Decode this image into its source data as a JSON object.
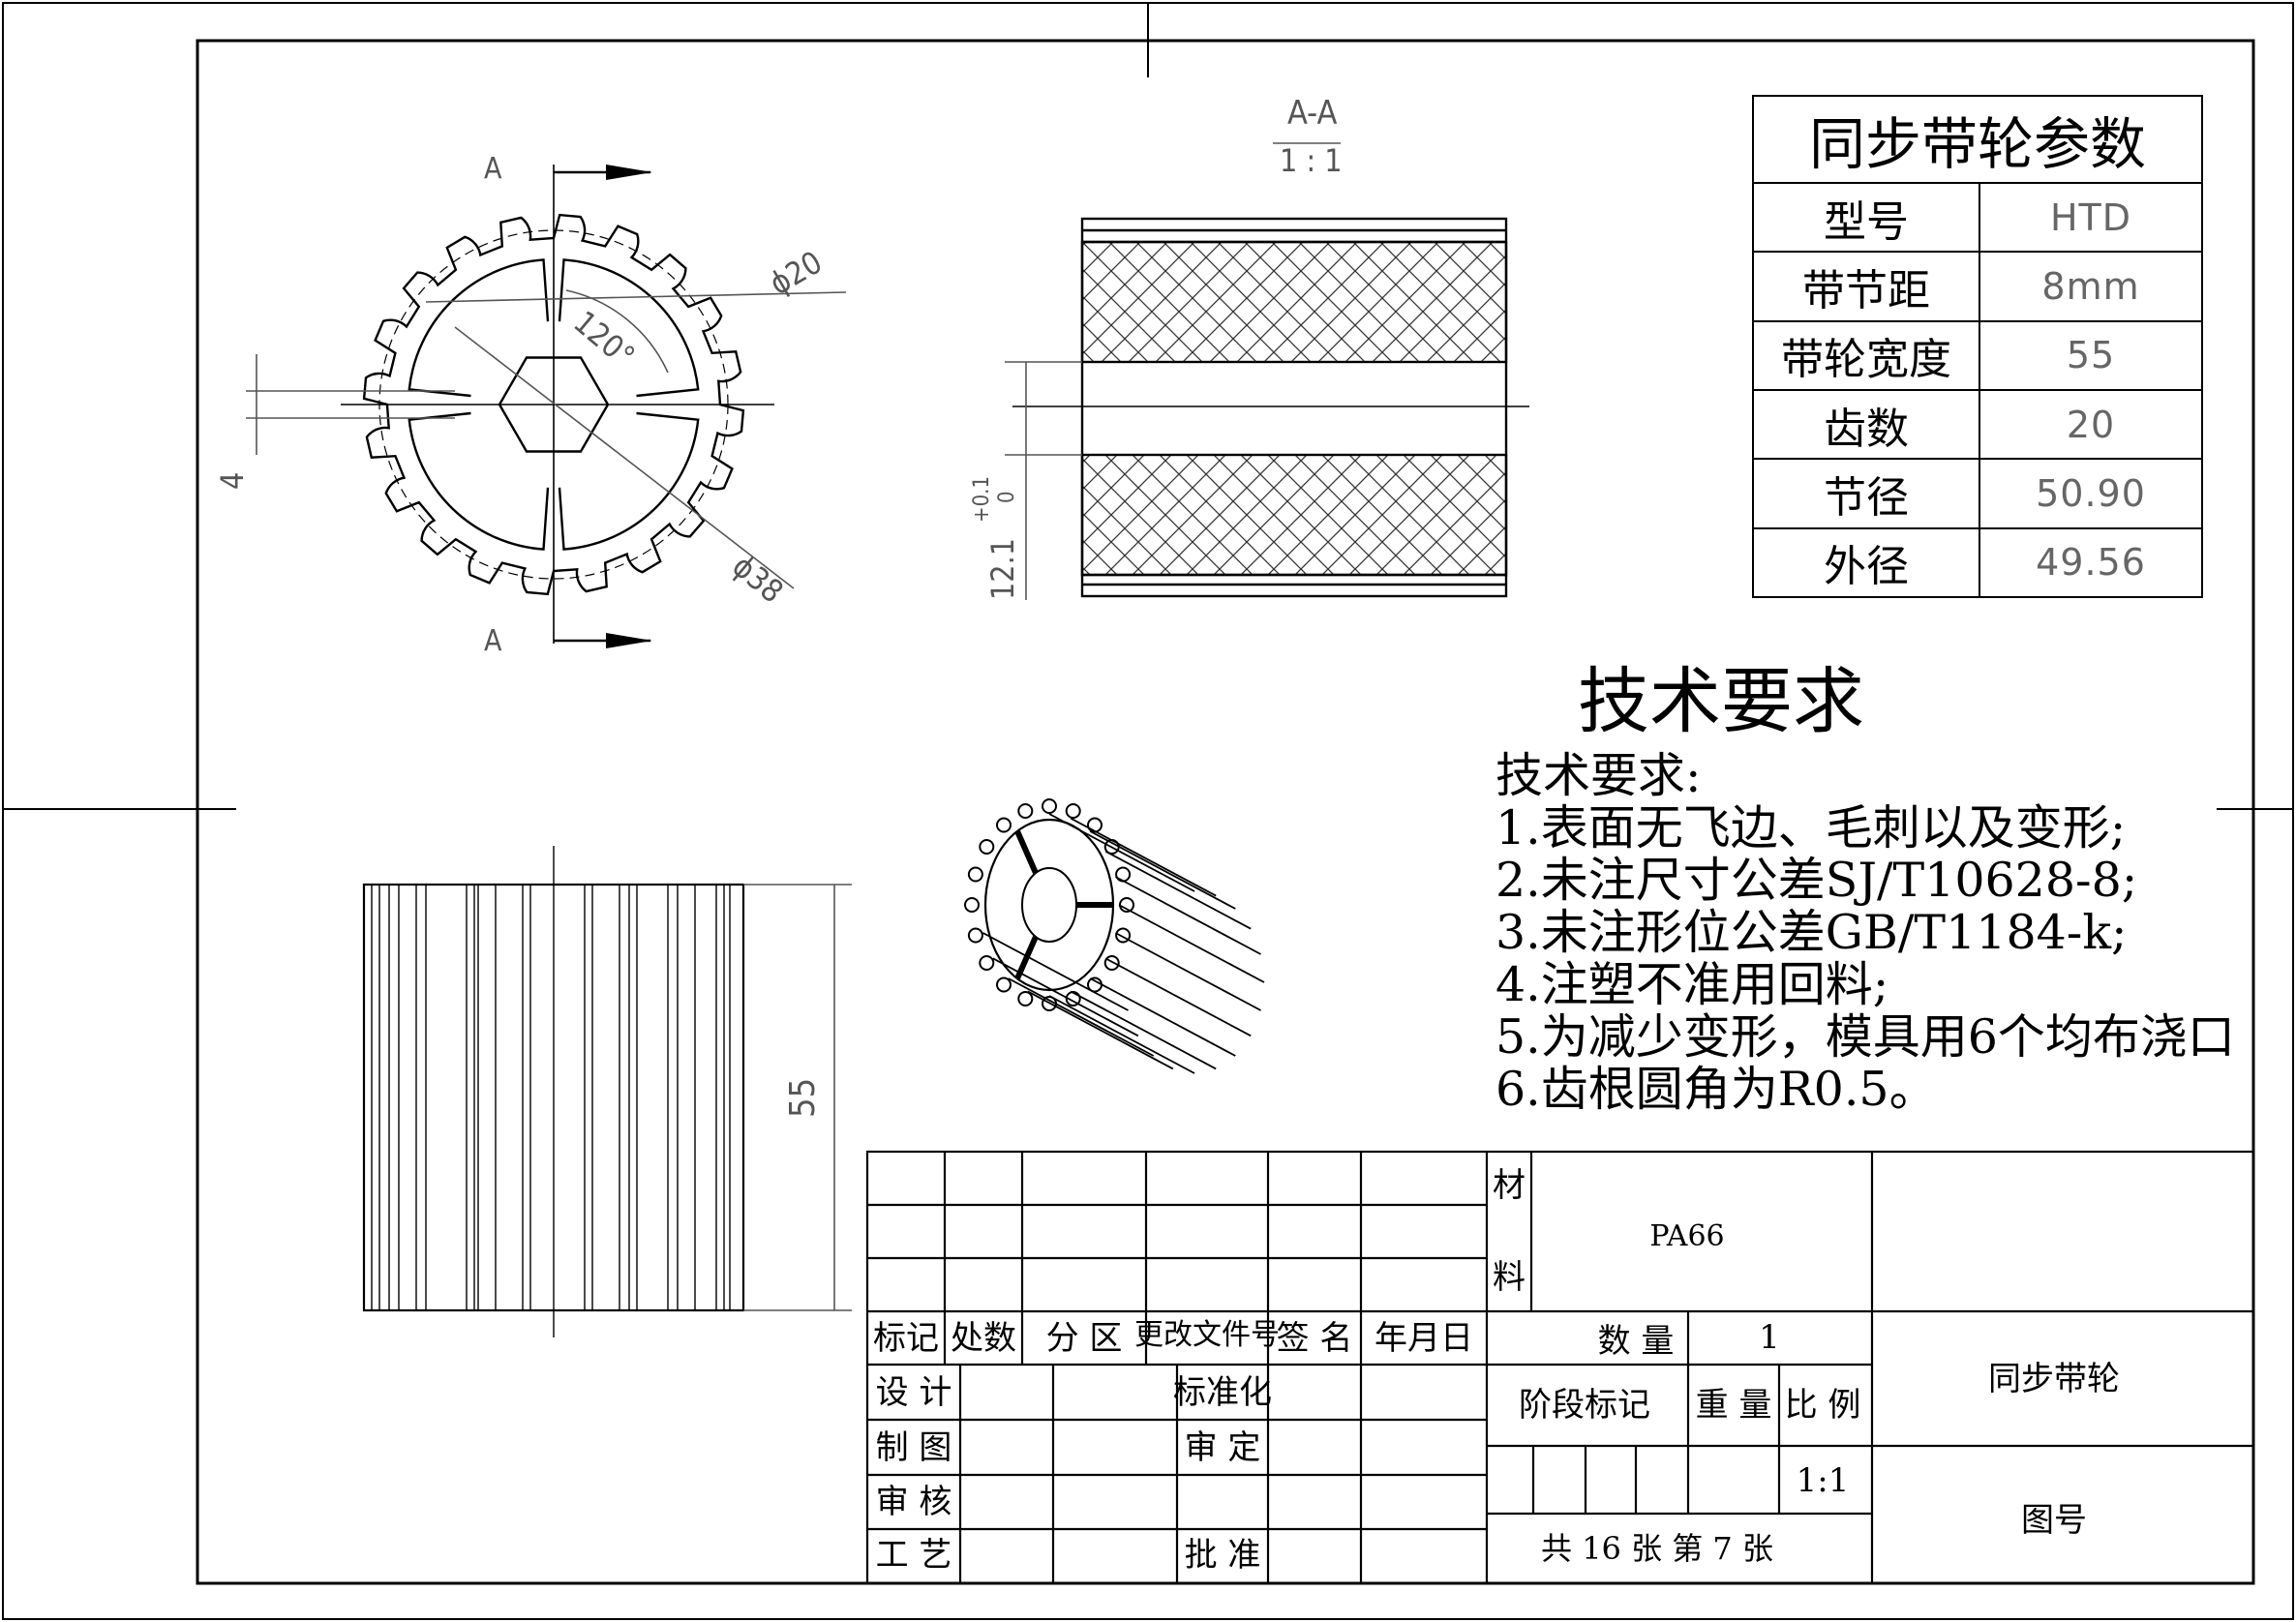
{
  "section_label": {
    "cut": "A",
    "title": "A-A",
    "scale": "1 : 1"
  },
  "dimensions": {
    "pitch_dia": "ϕ20",
    "outer_dia": "ϕ38",
    "angle": "120°",
    "slot": "4",
    "bore": "12.1",
    "bore_tol_upper": "+0.1",
    "bore_tol_lower": "0",
    "width": "55"
  },
  "params": {
    "title": "同步带轮参数",
    "rows": [
      {
        "label": "型号",
        "value": "HTD"
      },
      {
        "label": "带节距",
        "value": "8mm"
      },
      {
        "label": "带轮宽度",
        "value": "55"
      },
      {
        "label": "齿数",
        "value": "20"
      },
      {
        "label": "节径",
        "value": "50.90"
      },
      {
        "label": "外径",
        "value": "49.56"
      }
    ]
  },
  "tech": {
    "heading": "技术要求",
    "subheading": "技术要求:",
    "items": [
      "1.表面无飞边、毛刺以及变形;",
      "2.未注尺寸公差SJ/T10628-8;",
      "3.未注形位公差GB/T1184-k;",
      "4.注塑不准用回料;",
      "5.为减少变形，模具用6个均布浇口",
      "6.齿根圆角为R0.5。"
    ]
  },
  "title_block": {
    "material_label_1": "材",
    "material_label_2": "料",
    "material": "PA66",
    "header": [
      "标记",
      "处数",
      "分 区",
      "更改文件号",
      "签 名",
      "年月日"
    ],
    "quantity_label": "数    量",
    "quantity": "1",
    "design": "设 计",
    "standardize": "标准化",
    "drawing": "制 图",
    "review": "审 定",
    "check": "审 核",
    "process": "工 艺",
    "approve": "批 准",
    "stage_mark": "阶段标记",
    "weight": "重 量",
    "scale_label": "比 例",
    "scale": "1:1",
    "sheets": "共 16 张 第  7   张",
    "part_name": "同步带轮",
    "drawing_no_label": "图号"
  }
}
